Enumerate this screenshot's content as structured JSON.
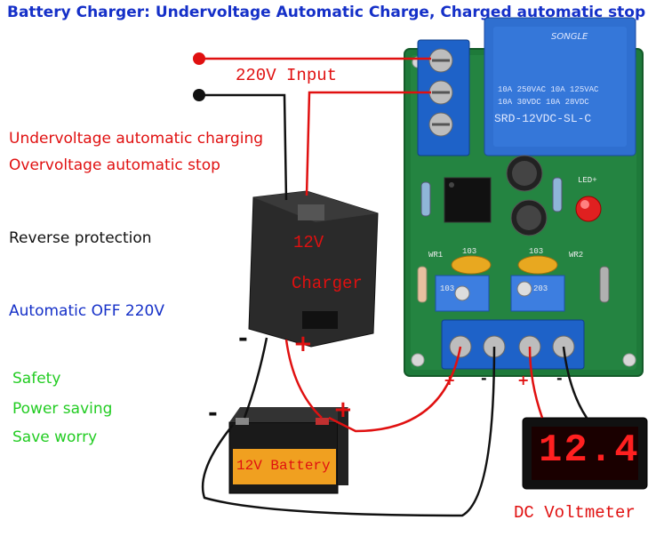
{
  "title": "Battery Charger: Undervoltage Automatic Charge, Charged automatic stop",
  "labels": {
    "input": "220V Input",
    "undervoltage": "Undervoltage automatic charging",
    "overvoltage": "Overvoltage automatic stop",
    "reverse": "Reverse protection",
    "auto_off": "Automatic OFF 220V",
    "safety": "Safety",
    "power_saving": "Power saving",
    "save_worry": "Save worry",
    "charger_v": "12V",
    "charger_name": "Charger",
    "battery": "12V Battery",
    "voltmeter": "DC Voltmeter",
    "voltmeter_reading": "12.4",
    "minus": "-",
    "plus": "+"
  },
  "relay": {
    "brand": "SONGLE",
    "line1": "10A 250VAC  10A 125VAC",
    "line2": "10A  30VDC  10A  28VDC",
    "model": "SRD-12VDC-SL-C"
  },
  "pcb": {
    "led": "LED+",
    "cap1": "103",
    "cap2": "103",
    "pot1": "103",
    "pot2": "203",
    "wr1": "WR1",
    "wr2": "WR2"
  },
  "colors": {
    "title": "#1530c8",
    "red": "#e01010",
    "blue": "#1530c8",
    "green": "#22cc22",
    "pcb": "#1e7a3a",
    "relay": "#2f6fd0",
    "terminal": "#1e62c8"
  }
}
